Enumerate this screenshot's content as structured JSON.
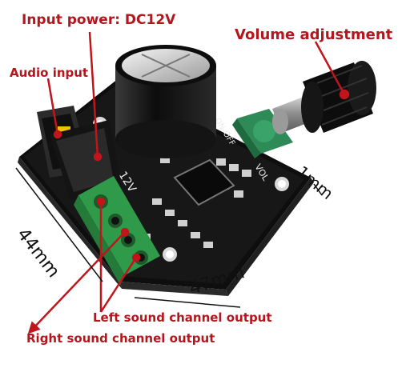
{
  "annotations": {
    "input_power": "Input power: DC12V",
    "volume_adjustment": "Volume adjustment",
    "audio_input": "Audio input",
    "left_output": "Left sound channel output",
    "right_output": "Right sound channel output"
  },
  "dimensions": {
    "width": "47mm",
    "height": "44mm",
    "thickness": "1mm"
  },
  "board_silkscreen": {
    "voltage": "12V",
    "pot_marking": "VOL",
    "switch_marking": "ON-OFF",
    "cap_polarity": "+"
  },
  "colors": {
    "annotation_red": "#b3161c",
    "board_black": "#161616",
    "terminal_green": "#2f9a4a",
    "pot_green": "#2e8b57",
    "arrow_red": "#c0151b"
  }
}
